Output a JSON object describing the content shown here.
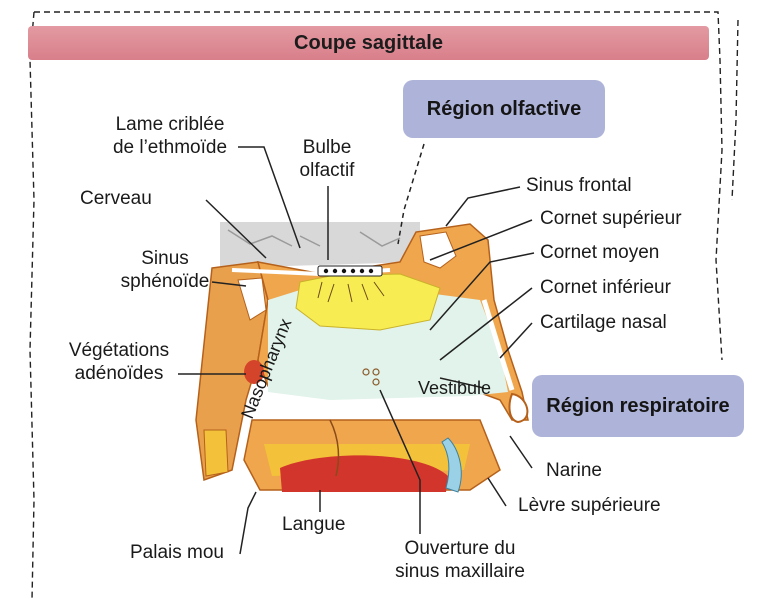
{
  "title": "Coupe sagittale",
  "regions": {
    "olfactive": "Région olfactive",
    "respiratoire": "Région respiratoire"
  },
  "labels": {
    "lame_criblee_1": "Lame criblée",
    "lame_criblee_2": "de l’ethmoïde",
    "bulbe_1": "Bulbe",
    "bulbe_2": "olfactif",
    "cerveau": "Cerveau",
    "sinus_sphenoide_1": "Sinus",
    "sinus_sphenoide_2": "sphénoïde",
    "vegetations_1": "Végétations",
    "vegetations_2": "adénoïdes",
    "nasopharynx": "Nasopharynx",
    "sinus_frontal": "Sinus frontal",
    "cornet_superieur": "Cornet supérieur",
    "cornet_moyen": "Cornet moyen",
    "cornet_inferieur": "Cornet inférieur",
    "cartilage_nasal": "Cartilage nasal",
    "vestibule": "Vestibule",
    "narine": "Narine",
    "levre_superieure": "Lèvre supérieure",
    "langue": "Langue",
    "palais_mou": "Palais mou",
    "ouverture_1": "Ouverture du",
    "ouverture_2": "sinus maxillaire"
  }
}
